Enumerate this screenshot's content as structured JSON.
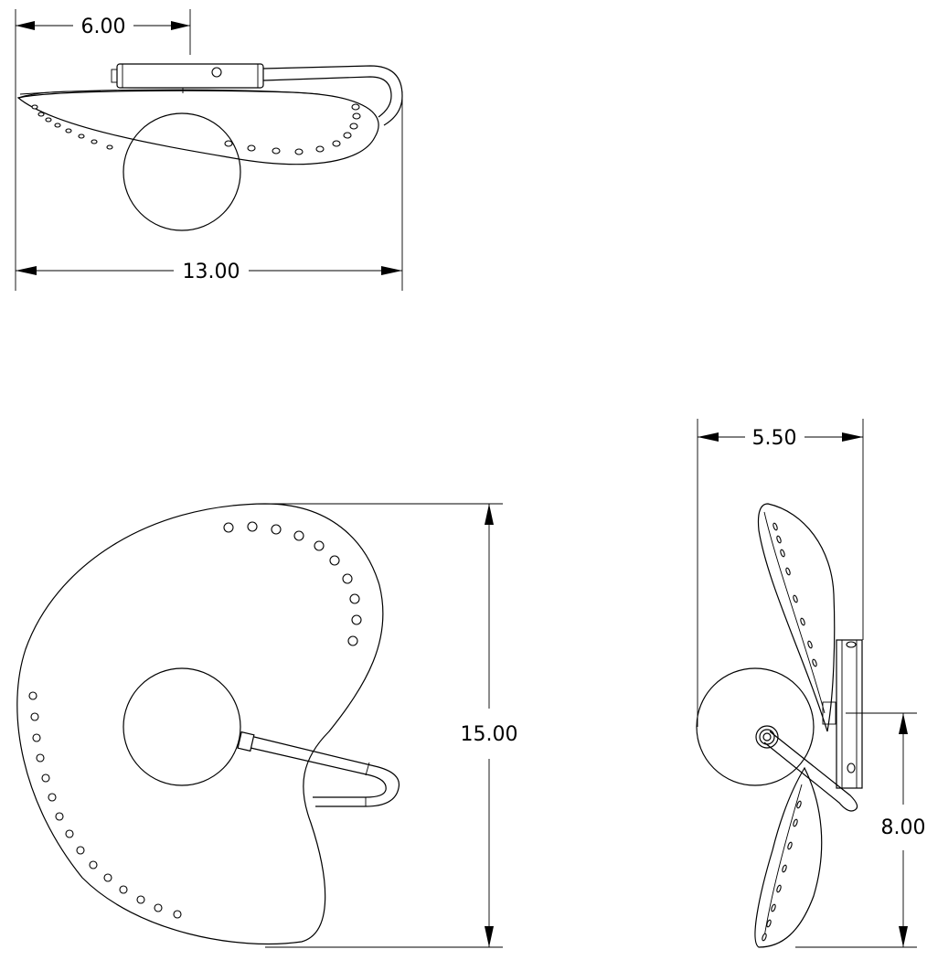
{
  "top_view": {
    "width_to_mount": "6.00",
    "overall_width": "13.00"
  },
  "front_view": {
    "overall_height": "15.00"
  },
  "side_view": {
    "depth": "5.50",
    "mount_height": "8.00"
  }
}
